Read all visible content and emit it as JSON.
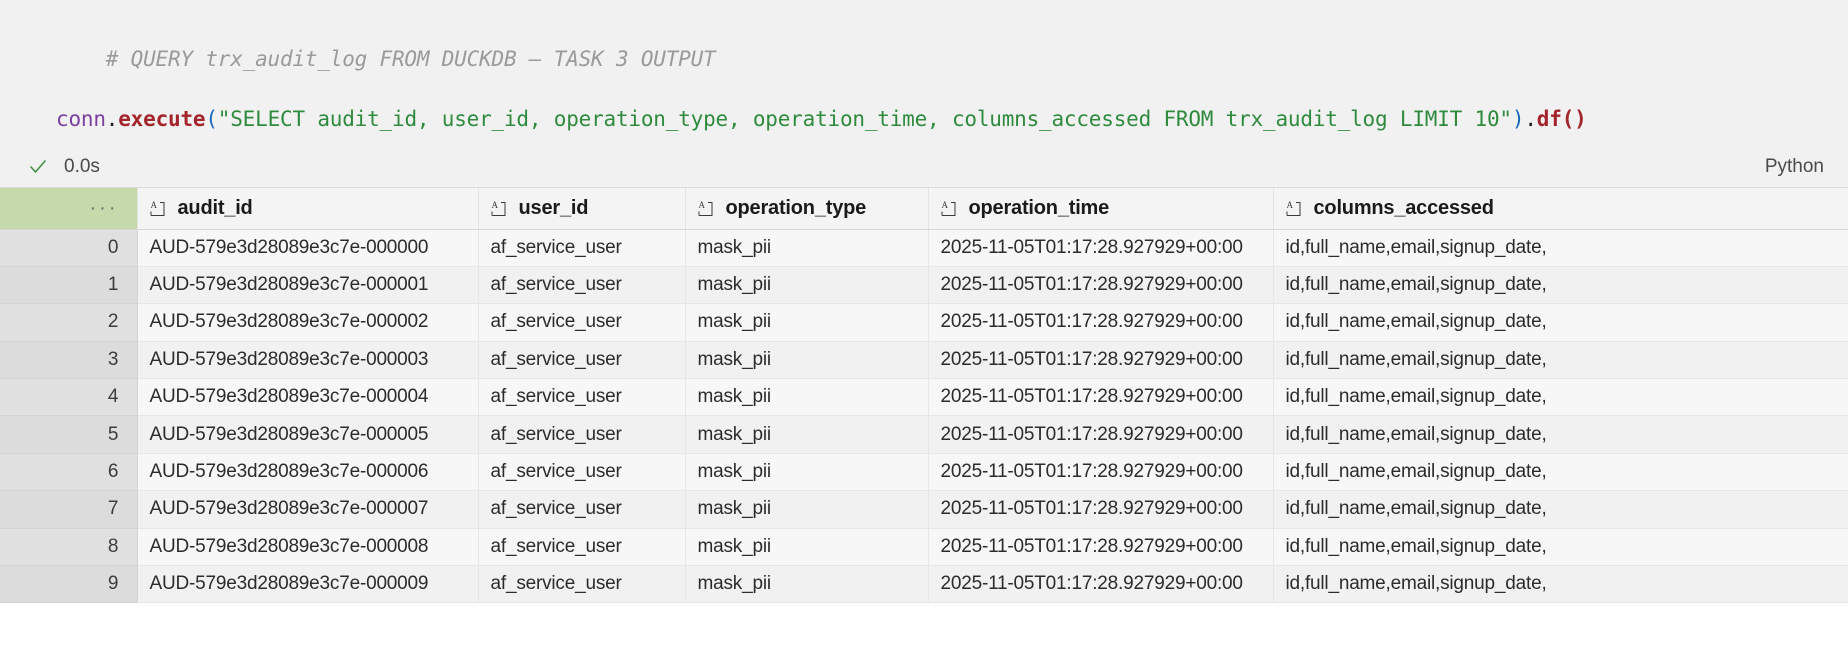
{
  "cell": {
    "comment": "# QUERY trx_audit_log FROM DUCKDB — TASK 3 OUTPUT",
    "code": {
      "obj": "conn",
      "dot1": ".",
      "method": "execute",
      "open_paren": "(",
      "string": "\"SELECT audit_id, user_id, operation_type, operation_time, columns_accessed FROM trx_audit_log LIMIT 10\"",
      "close_paren": ")",
      "dot2": ".",
      "method2": "df",
      "tail_parens": "()"
    }
  },
  "status": {
    "check_icon": "check-icon",
    "elapsed": "0.0s",
    "language": "Python",
    "success_color": "#3f9142"
  },
  "table": {
    "index_header": "···",
    "index_header_color": "#c5d9ab",
    "type_icon": "text-type-icon",
    "columns": [
      {
        "name": "audit_id",
        "type": "text"
      },
      {
        "name": "user_id",
        "type": "text"
      },
      {
        "name": "operation_type",
        "type": "text"
      },
      {
        "name": "operation_time",
        "type": "text"
      },
      {
        "name": "columns_accessed",
        "type": "text"
      }
    ],
    "rows": [
      {
        "index": "0",
        "cells": [
          "AUD-579e3d28089e3c7e-000000",
          "af_service_user",
          "mask_pii",
          "2025-11-05T01:17:28.927929+00:00",
          "id,full_name,email,signup_date,"
        ]
      },
      {
        "index": "1",
        "cells": [
          "AUD-579e3d28089e3c7e-000001",
          "af_service_user",
          "mask_pii",
          "2025-11-05T01:17:28.927929+00:00",
          "id,full_name,email,signup_date,"
        ]
      },
      {
        "index": "2",
        "cells": [
          "AUD-579e3d28089e3c7e-000002",
          "af_service_user",
          "mask_pii",
          "2025-11-05T01:17:28.927929+00:00",
          "id,full_name,email,signup_date,"
        ]
      },
      {
        "index": "3",
        "cells": [
          "AUD-579e3d28089e3c7e-000003",
          "af_service_user",
          "mask_pii",
          "2025-11-05T01:17:28.927929+00:00",
          "id,full_name,email,signup_date,"
        ]
      },
      {
        "index": "4",
        "cells": [
          "AUD-579e3d28089e3c7e-000004",
          "af_service_user",
          "mask_pii",
          "2025-11-05T01:17:28.927929+00:00",
          "id,full_name,email,signup_date,"
        ]
      },
      {
        "index": "5",
        "cells": [
          "AUD-579e3d28089e3c7e-000005",
          "af_service_user",
          "mask_pii",
          "2025-11-05T01:17:28.927929+00:00",
          "id,full_name,email,signup_date,"
        ]
      },
      {
        "index": "6",
        "cells": [
          "AUD-579e3d28089e3c7e-000006",
          "af_service_user",
          "mask_pii",
          "2025-11-05T01:17:28.927929+00:00",
          "id,full_name,email,signup_date,"
        ]
      },
      {
        "index": "7",
        "cells": [
          "AUD-579e3d28089e3c7e-000007",
          "af_service_user",
          "mask_pii",
          "2025-11-05T01:17:28.927929+00:00",
          "id,full_name,email,signup_date,"
        ]
      },
      {
        "index": "8",
        "cells": [
          "AUD-579e3d28089e3c7e-000008",
          "af_service_user",
          "mask_pii",
          "2025-11-05T01:17:28.927929+00:00",
          "id,full_name,email,signup_date,"
        ]
      },
      {
        "index": "9",
        "cells": [
          "AUD-579e3d28089e3c7e-000009",
          "af_service_user",
          "mask_pii",
          "2025-11-05T01:17:28.927929+00:00",
          "id,full_name,email,signup_date,"
        ]
      }
    ]
  }
}
